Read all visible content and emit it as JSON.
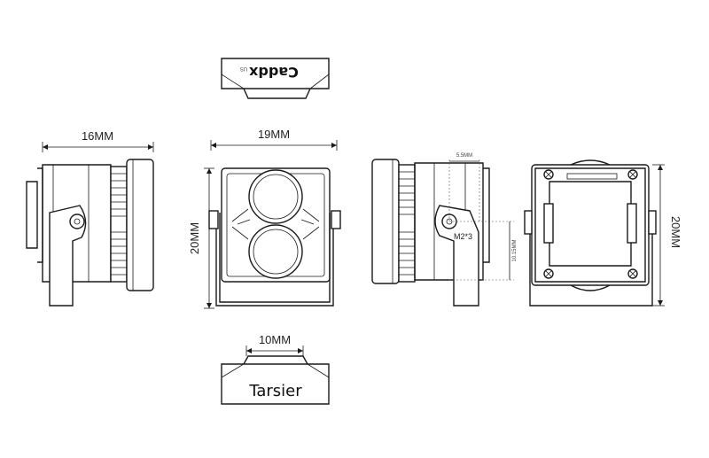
{
  "dimensions": {
    "side_width": "16MM",
    "front_width": "19MM",
    "front_height": "20MM",
    "rear_height": "20MM",
    "bottom_width": "10MM",
    "mount_offset": "5.5MM",
    "mount_depth": "10.15MM",
    "screw": "M2*3"
  },
  "branding": {
    "top_logo": "Caddx",
    "top_logo_sup": "US",
    "bottom_logo": "Tarsier"
  }
}
